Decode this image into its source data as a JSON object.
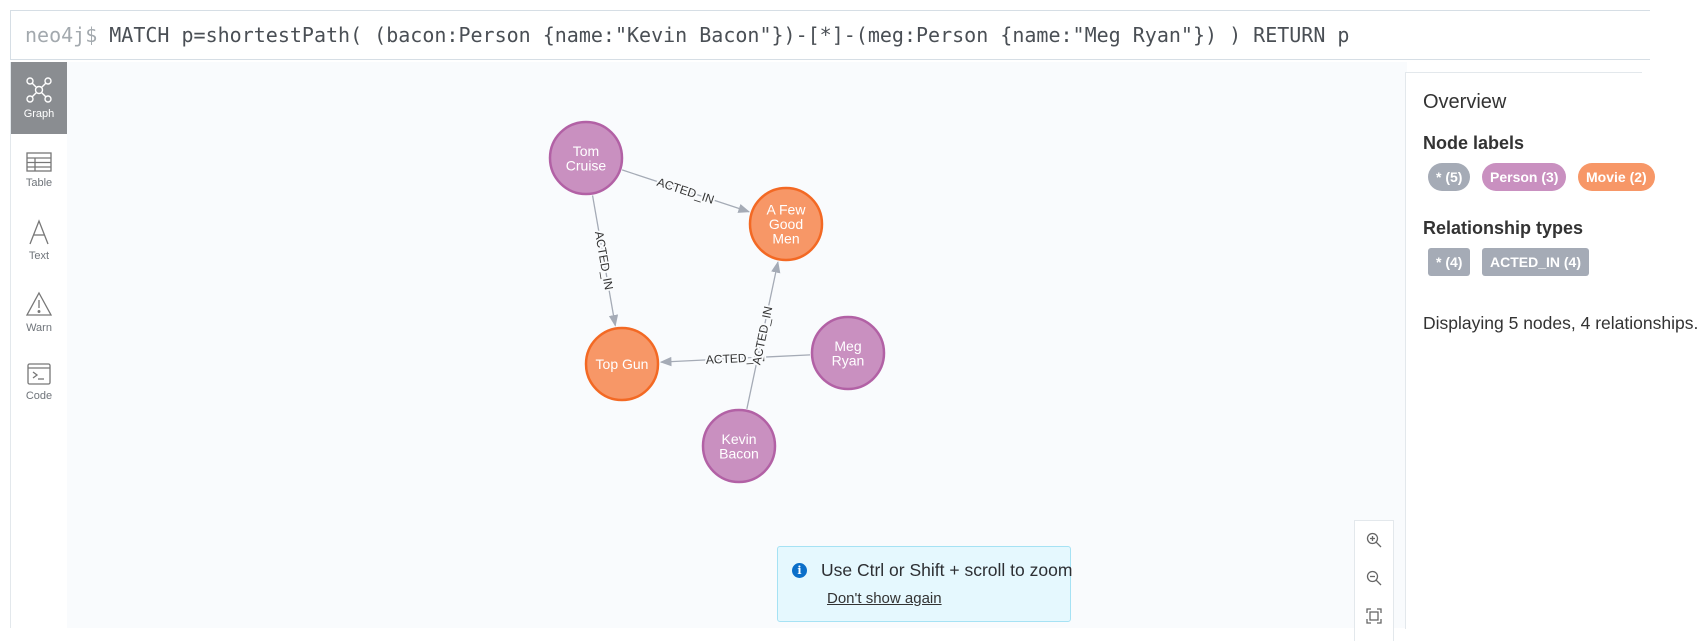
{
  "query": {
    "prompt": "neo4j$",
    "text": "MATCH p=shortestPath( (bacon:Person {name:\"Kevin Bacon\"})-[*]-(meg:Person {name:\"Meg Ryan\"}) ) RETURN p"
  },
  "sidebar": {
    "items": [
      {
        "label": "Graph",
        "icon": "graph-icon",
        "active": true
      },
      {
        "label": "Table",
        "icon": "table-icon",
        "active": false
      },
      {
        "label": "Text",
        "icon": "text-icon",
        "active": false
      },
      {
        "label": "Warn",
        "icon": "warning-icon",
        "active": false
      },
      {
        "label": "Code",
        "icon": "code-icon",
        "active": false
      }
    ]
  },
  "graph": {
    "nodes": [
      {
        "id": "tom",
        "lines": [
          "Tom",
          "Cruise"
        ],
        "label": "Person"
      },
      {
        "id": "afgm",
        "lines": [
          "A Few",
          "Good",
          "Men"
        ],
        "label": "Movie"
      },
      {
        "id": "topgun",
        "lines": [
          "Top Gun"
        ],
        "label": "Movie"
      },
      {
        "id": "meg",
        "lines": [
          "Meg",
          "Ryan"
        ],
        "label": "Person"
      },
      {
        "id": "kevin",
        "lines": [
          "Kevin",
          "Bacon"
        ],
        "label": "Person"
      }
    ],
    "relationships": [
      {
        "from": "tom",
        "to": "afgm",
        "type": "ACTED_IN"
      },
      {
        "from": "tom",
        "to": "topgun",
        "type": "ACTED_IN"
      },
      {
        "from": "meg",
        "to": "topgun",
        "type": "ACTED_IN"
      },
      {
        "from": "kevin",
        "to": "afgm",
        "type": "ACTED_IN"
      }
    ],
    "colors": {
      "person_fill": "#c990c0",
      "person_stroke": "#b261a5",
      "movie_fill": "#f79767",
      "movie_stroke": "#f36924",
      "edge": "#a5abb6"
    }
  },
  "toast": {
    "message": "Use Ctrl or Shift + scroll to zoom",
    "link": "Don't show again"
  },
  "zoom": {
    "icons": [
      "zoom-in-icon",
      "zoom-out-icon",
      "fit-icon"
    ]
  },
  "overview": {
    "title": "Overview",
    "node_labels_heading": "Node labels",
    "node_labels": [
      {
        "text": "* (5)",
        "color": "#a5abb6"
      },
      {
        "text": "Person (3)",
        "color": "#c990c0"
      },
      {
        "text": "Movie (2)",
        "color": "#f79767"
      }
    ],
    "rel_types_heading": "Relationship types",
    "rel_types": [
      {
        "text": "* (4)",
        "color": "#a5abb6"
      },
      {
        "text": "ACTED_IN (4)",
        "color": "#a5abb6"
      }
    ],
    "status": "Displaying 5 nodes, 4 relationships."
  }
}
